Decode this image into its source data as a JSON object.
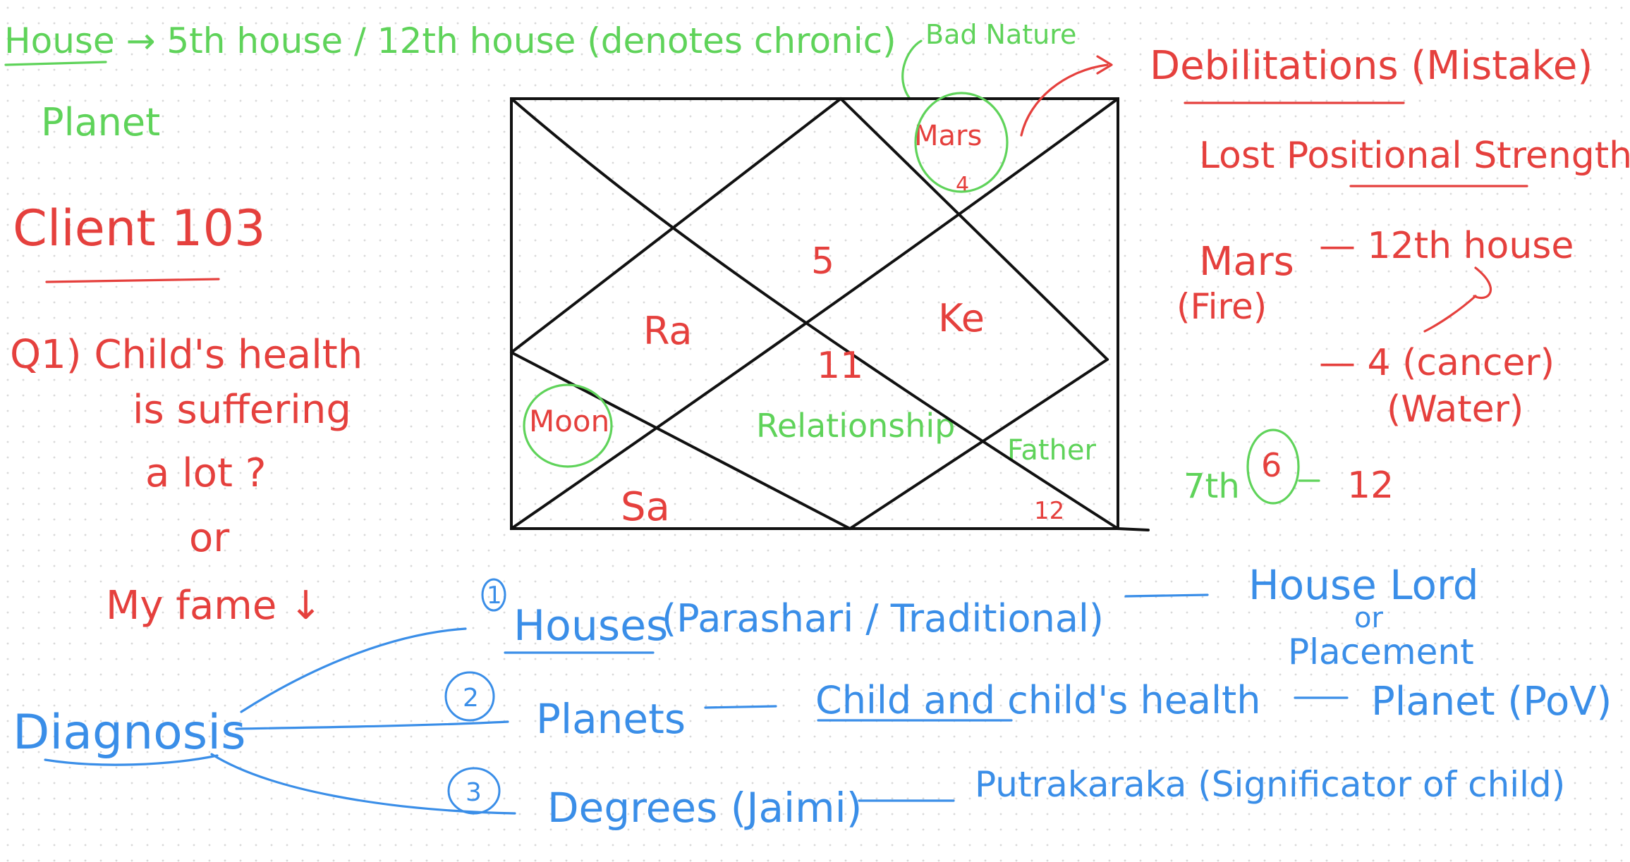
{
  "green": {
    "house_line": "House → 5th house / 12th house (denotes chronic)",
    "planet": "Planet",
    "bad_nature": "Bad Nature",
    "relationship": "Relationship",
    "father": "Father"
  },
  "red": {
    "client": "Client 103",
    "q1": "Q1) Child's health",
    "q1_line2": "is suffering",
    "q1_line3": "a lot ?",
    "q1_or": "or",
    "q1_fame": "My fame ↓",
    "debilitation": "Debilitations (Mistake)",
    "lost_strength": "Lost Positional Strength",
    "mars_fire_1": "Mars",
    "mars_fire_2": "(Fire)",
    "twelfth_house": "— 12th house",
    "cancer": "— 4 (cancer)",
    "water": "(Water)",
    "seventh": "7th",
    "six": "6",
    "twelve_arrow": "12"
  },
  "chart": {
    "mars": "Mars",
    "mars_num": "4",
    "five": "5",
    "ra": "Ra",
    "ke": "Ke",
    "eleven": "11",
    "moon": "Moon",
    "sa": "Sa",
    "twelve": "12"
  },
  "blue": {
    "diagnosis": "Diagnosis",
    "n1": "1",
    "houses": "Houses",
    "parashari": "(Parashari / Traditional)",
    "house_lord": "House Lord",
    "or": "or",
    "placement": "Placement",
    "n2": "2",
    "planets": "Planets",
    "child_health": "Child and child's health",
    "planet_pov": "Planet (PoV)",
    "n3": "3",
    "degrees": "Degrees (Jaimi)",
    "putrakaraka": "Putrakaraka (Significator of child)"
  }
}
